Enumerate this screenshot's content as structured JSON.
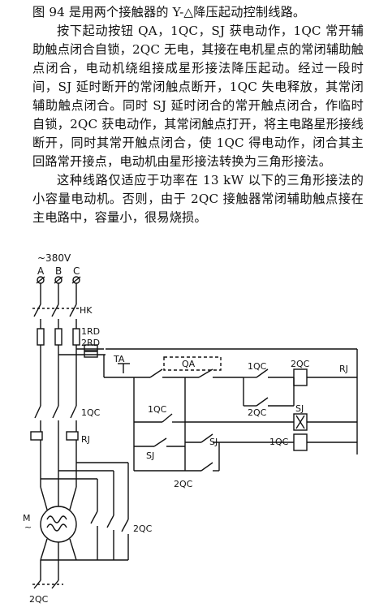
{
  "paragraphs": [
    "图 94 是用两个接触器的 Y-△降压起动控制线路。",
    "按下起动按钮 QA，1QC，SJ 获电动作，1QC 常开辅助触点闭合自锁，2QC 无电，其接在电机星点的常闭辅助触点闭合，电动机绕组接成星形接法降压起动。经过一段时间，SJ 延时断开的常闭触点断开，1QC 失电释放，其常闭辅助触点闭合。同时 SJ 延时闭合的常开触点闭合，作临时自锁，2QC 获电动作，其常闭触点打开，将主电路星形接线断开，同时其常开触点闭合，使 1QC 得电动作，闭合其主回路常开接点，电动机由星形接法转换为三角形接法。",
    "这种线路仅适应于功率在 13 kW 以下的三角形接法的小容量电动机。否则，由于 2QC 接触器常闭辅助触点接在主电路中，容量小，很易烧损。"
  ],
  "diagram": {
    "supply": "~380V",
    "phases": [
      "A",
      "B",
      "C"
    ],
    "labels": {
      "hk": "HK",
      "fuse1": "1RD",
      "fuse2": "2RD",
      "qc1_main": "1QC",
      "rj_main": "RJ",
      "motor": "M",
      "motor_sym": "~",
      "qc2_main": "2QC",
      "qc2_bottom": "2QC",
      "ta": "TA",
      "qa": "QA",
      "qc1_aux": "1QC",
      "qc2_aux": "2QC",
      "qc2_coil": "2QC",
      "rj_contact": "RJ",
      "sj_coil": "SJ",
      "qc1_aux2": "1QC",
      "sj_contact": "SJ",
      "sj_contact2": "SJ",
      "qc1_coil": "1QC",
      "qc2_aux2": "2QC"
    }
  }
}
